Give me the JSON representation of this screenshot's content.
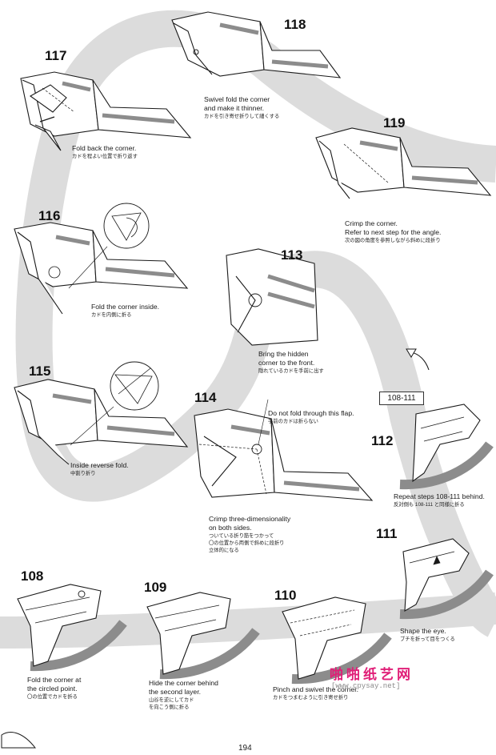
{
  "page_number": "194",
  "reference_box": "108-111",
  "watermark": {
    "name": "啪啪纸艺网",
    "url": "[www.cpysay.net]"
  },
  "colors": {
    "band": "#dcdcdc",
    "ink": "#1a1a1a",
    "shade": "#8c8c8c",
    "watermark": "#e01e77"
  },
  "steps": [
    {
      "number": "117",
      "text": "Fold back the corner.",
      "text_jp": "カドを程よい位置で折り返す"
    },
    {
      "number": "118",
      "text": "Swivel fold the corner",
      "text2": "and make it thinner.",
      "text_jp": "カドを引き寄せ折りして細くする"
    },
    {
      "number": "119",
      "text": "Crimp the corner.",
      "text2": "Refer to next step for the angle.",
      "text_jp": "次の図の角度を参照しながら斜めに段折り"
    },
    {
      "number": "116",
      "text": "Fold the corner inside.",
      "text_jp": "カドを内側に折る"
    },
    {
      "number": "113",
      "text": "Bring the hidden",
      "text2": "corner to the front.",
      "text_jp": "隠れているカドを手前に出す"
    },
    {
      "number": "115",
      "text": "Inside reverse fold.",
      "text_jp": "中割り折り"
    },
    {
      "number": "114",
      "text": "Crimp three-dimensionality",
      "text2": "on both sides.",
      "text_jp": "ついている折り筋をつかって",
      "text_jp2": "〇の位置から両側で斜めに段折り",
      "text_jp3": "立体的になる"
    },
    {
      "number": "112",
      "text": "Repeat steps 108-111 behind.",
      "text_jp": "反対側も 108-111 と同様に折る"
    },
    {
      "number": "111",
      "text": "Shape the eye.",
      "text_jp": "ブチを折って目をつくる"
    },
    {
      "number": "108",
      "text": "Fold the corner at",
      "text2": "the circled point.",
      "text_jp": "〇の位置でカドを折る"
    },
    {
      "number": "109",
      "text": "Hide the corner behind",
      "text2": "the second layer.",
      "text_jp": "山谷を逆にしてカド",
      "text_jp2": "を向こう側に折る"
    },
    {
      "number": "110",
      "text": "Pinch and swivel the corner.",
      "text_jp": "カドをつまむように引き寄せ折り"
    }
  ],
  "note_114": {
    "text": "Do not fold through this flap.",
    "text_jp": "手前のカドは折らない"
  }
}
